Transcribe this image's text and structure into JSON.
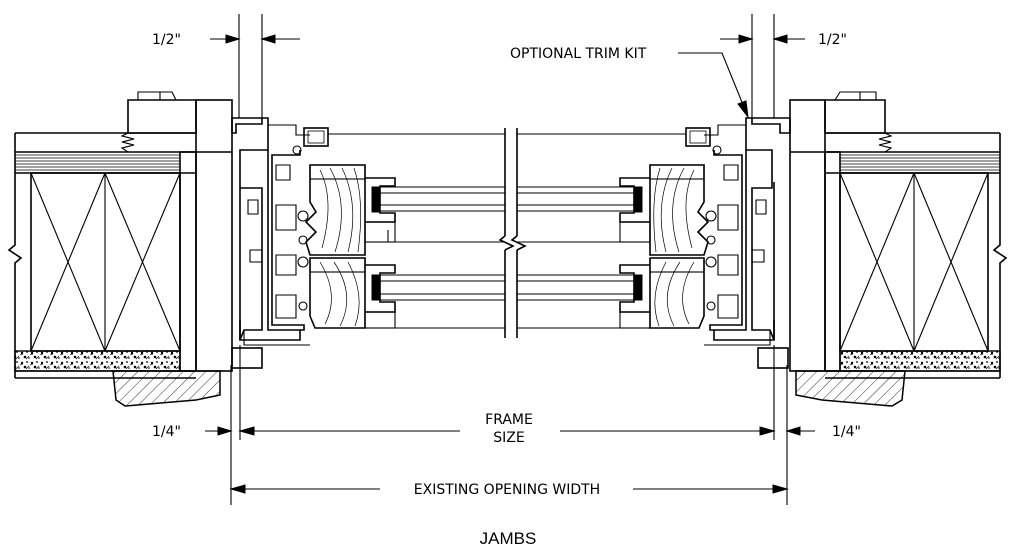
{
  "drawing": {
    "title": "JAMBS",
    "callouts": {
      "top_left_dim": "1/2\"",
      "top_right_dim": "1/2\"",
      "trim_kit": "OPTIONAL TRIM KIT",
      "bottom_left_dim": "1/4\"",
      "bottom_right_dim": "1/4\"",
      "frame_size_line1": "FRAME",
      "frame_size_line2": "SIZE",
      "opening_width": "EXISTING OPENING WIDTH"
    }
  }
}
